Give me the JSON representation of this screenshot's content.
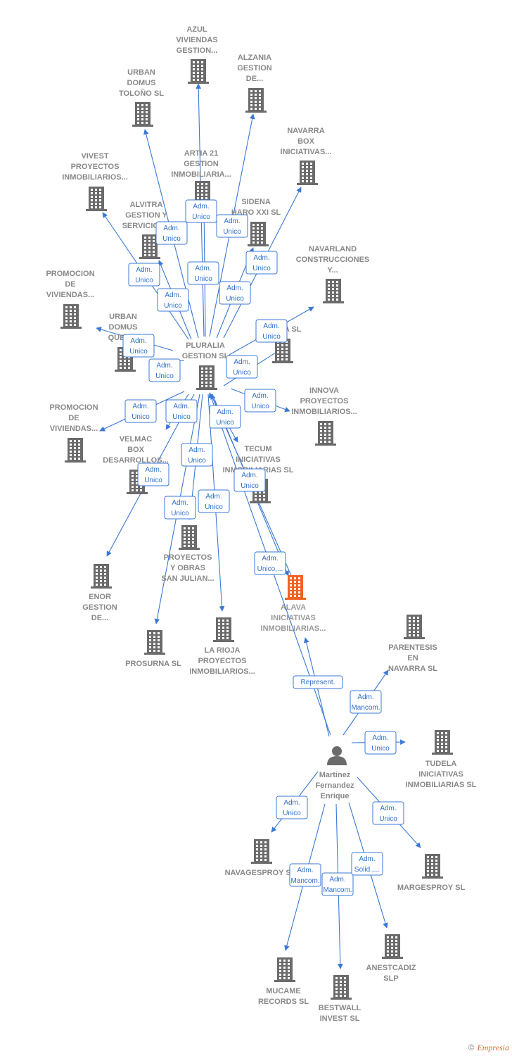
{
  "diagram": {
    "colors": {
      "edge": "#3a78d4",
      "node": "#6b6b6b",
      "focus_node": "#f26322",
      "label": "#888888"
    },
    "nodes": [
      {
        "id": "pluralia",
        "type": "company",
        "icon": "building-icon",
        "label": [
          "PLURALIA",
          "GESTION SL"
        ]
      },
      {
        "id": "alava",
        "type": "company",
        "focus": true,
        "icon": "building-icon",
        "label": [
          "ALAVA",
          "INICIATIVAS",
          "INMOBILIARIAS..."
        ]
      },
      {
        "id": "martinez",
        "type": "person",
        "icon": "person-icon",
        "label": [
          "Martinez",
          "Fernandez",
          "Enrique"
        ]
      },
      {
        "id": "azul",
        "type": "company",
        "icon": "building-icon",
        "label": [
          "AZUL",
          "VIVIENDAS",
          "GESTION..."
        ]
      },
      {
        "id": "alzania",
        "type": "company",
        "icon": "building-icon",
        "label": [
          "ALZANIA",
          "GESTION",
          "DE..."
        ]
      },
      {
        "id": "urban_toloño",
        "type": "company",
        "icon": "building-icon",
        "label": [
          "URBAN",
          "DOMUS",
          "TOLOÑO SL"
        ]
      },
      {
        "id": "navarra_box",
        "type": "company",
        "icon": "building-icon",
        "label": [
          "NAVARRA",
          "BOX",
          "INICIATIVAS..."
        ]
      },
      {
        "id": "artia",
        "type": "company",
        "icon": "building-icon",
        "label": [
          "ARTIA 21",
          "GESTION",
          "INMOBILIARIA..."
        ]
      },
      {
        "id": "vivest",
        "type": "company",
        "icon": "building-icon",
        "label": [
          "VIVEST",
          "PROYECTOS",
          "INMOBILIARIOS..."
        ]
      },
      {
        "id": "alvitra",
        "type": "company",
        "icon": "building-icon",
        "label": [
          "ALVITRA",
          "GESTION Y",
          "SERVICIOS..."
        ]
      },
      {
        "id": "sidena",
        "type": "company",
        "icon": "building-icon",
        "label": [
          "SIDENA",
          "HARO XXI  SL"
        ]
      },
      {
        "id": "navarland",
        "type": "company",
        "icon": "building-icon",
        "label": [
          "NAVARLAND",
          "CONSTRUCCIONES",
          "Y..."
        ]
      },
      {
        "id": "promocion1",
        "type": "company",
        "icon": "building-icon",
        "label": [
          "PROMOCION",
          "DE",
          "VIVIENDAS..."
        ]
      },
      {
        "id": "urban_queil",
        "type": "company",
        "icon": "building-icon",
        "label": [
          "URBAN",
          "DOMUS",
          "QUEIL..."
        ]
      },
      {
        "id": "ambea",
        "type": "company",
        "icon": "building-icon",
        "label": [
          "AMBEA  SL"
        ]
      },
      {
        "id": "innova",
        "type": "company",
        "icon": "building-icon",
        "label": [
          "INNOVA",
          "PROYECTOS",
          "INMOBILIARIOS..."
        ]
      },
      {
        "id": "promocion2",
        "type": "company",
        "icon": "building-icon",
        "label": [
          "PROMOCION",
          "DE",
          "VIVIENDAS..."
        ]
      },
      {
        "id": "velmac",
        "type": "company",
        "icon": "building-icon",
        "label": [
          "VELMAC",
          "BOX",
          "DESARROLLOS..."
        ]
      },
      {
        "id": "tecum",
        "type": "company",
        "icon": "building-icon",
        "label": [
          "TECUM",
          "INICIATIVAS",
          "INMOBILIARIAS SL"
        ]
      },
      {
        "id": "proyectos_obras",
        "type": "company",
        "icon": "building-icon",
        "label": [
          "PROYECTOS",
          "Y OBRAS",
          "SAN JULIAN..."
        ]
      },
      {
        "id": "enor",
        "type": "company",
        "icon": "building-icon",
        "label": [
          "ENOR",
          "GESTION",
          "DE..."
        ]
      },
      {
        "id": "prosurna",
        "type": "company",
        "icon": "building-icon",
        "label": [
          "PROSURNA SL"
        ]
      },
      {
        "id": "la_rioja",
        "type": "company",
        "icon": "building-icon",
        "label": [
          "LA RIOJA",
          "PROYECTOS",
          "INMOBILIARIOS..."
        ]
      },
      {
        "id": "parentesis",
        "type": "company",
        "icon": "building-icon",
        "label": [
          "PARENTESIS",
          "EN",
          "NAVARRA SL"
        ]
      },
      {
        "id": "tudela",
        "type": "company",
        "icon": "building-icon",
        "label": [
          "TUDELA",
          "INICIATIVAS",
          "INMOBILIARIAS SL"
        ]
      },
      {
        "id": "navagesproy",
        "type": "company",
        "icon": "building-icon",
        "label": [
          "NAVAGESPROY SL"
        ]
      },
      {
        "id": "margesproy",
        "type": "company",
        "icon": "building-icon",
        "label": [
          "MARGESPROY SL"
        ]
      },
      {
        "id": "mucame",
        "type": "company",
        "icon": "building-icon",
        "label": [
          "MUCAME",
          "RECORDS SL"
        ]
      },
      {
        "id": "bestwall",
        "type": "company",
        "icon": "building-icon",
        "label": [
          "BESTWALL",
          "INVEST SL"
        ]
      },
      {
        "id": "anestcadiz",
        "type": "company",
        "icon": "building-icon",
        "label": [
          "ANESTCADIZ",
          "SLP"
        ]
      }
    ],
    "edges": [
      {
        "from": "pluralia",
        "to": "azul",
        "label": [
          "Adm.",
          "Unico"
        ]
      },
      {
        "from": "pluralia",
        "to": "alzania",
        "label": [
          "Adm.",
          "Unico"
        ]
      },
      {
        "from": "pluralia",
        "to": "urban_toloño",
        "label": [
          "Adm.",
          "Unico"
        ]
      },
      {
        "from": "pluralia",
        "to": "navarra_box",
        "label": [
          "Adm.",
          "Unico"
        ]
      },
      {
        "from": "pluralia",
        "to": "artia",
        "label": [
          "Adm.",
          "Unico"
        ]
      },
      {
        "from": "pluralia",
        "to": "vivest",
        "label": [
          "Adm.",
          "Unico"
        ]
      },
      {
        "from": "pluralia",
        "to": "alvitra",
        "label": [
          "Adm.",
          "Unico"
        ]
      },
      {
        "from": "pluralia",
        "to": "sidena",
        "label": [
          "Adm.",
          "Unico"
        ]
      },
      {
        "from": "pluralia",
        "to": "navarland",
        "label": [
          "Adm.",
          "Unico"
        ]
      },
      {
        "from": "pluralia",
        "to": "promocion1",
        "label": [
          "Adm.",
          "Unico"
        ]
      },
      {
        "from": "pluralia",
        "to": "urban_queil",
        "label": [
          "Adm.",
          "Unico"
        ]
      },
      {
        "from": "pluralia",
        "to": "ambea",
        "label": [
          "Adm.",
          "Unico"
        ]
      },
      {
        "from": "pluralia",
        "to": "innova",
        "label": [
          "Adm.",
          "Unico"
        ]
      },
      {
        "from": "pluralia",
        "to": "promocion2",
        "label": [
          "Adm.",
          "Unico"
        ]
      },
      {
        "from": "pluralia",
        "to": "velmac",
        "label": [
          "Adm.",
          "Unico"
        ]
      },
      {
        "from": "pluralia",
        "to": "tecum",
        "label": [
          "Adm.",
          "Unico"
        ]
      },
      {
        "from": "pluralia",
        "to": "proyectos_obras",
        "label": [
          "Adm.",
          "Unico"
        ]
      },
      {
        "from": "pluralia",
        "to": "enor",
        "label": [
          "Adm.",
          "Unico"
        ]
      },
      {
        "from": "pluralia",
        "to": "prosurna",
        "label": [
          "Adm.",
          "Unico"
        ]
      },
      {
        "from": "pluralia",
        "to": "la_rioja",
        "label": [
          "Adm.",
          "Unico"
        ]
      },
      {
        "from": "pluralia",
        "to": "alava",
        "label": [
          "Adm.",
          "Unico,..."
        ]
      },
      {
        "from": "alava",
        "to": "pluralia",
        "label": [
          "Adm.",
          "Unico"
        ]
      },
      {
        "from": "martinez",
        "to": "alava",
        "label": [
          "Represent."
        ]
      },
      {
        "from": "martinez",
        "to": "parentesis",
        "label": [
          "Adm.",
          "Mancom."
        ]
      },
      {
        "from": "martinez",
        "to": "tudela",
        "label": [
          "Adm.",
          "Unico"
        ]
      },
      {
        "from": "martinez",
        "to": "navagesproy",
        "label": [
          "Adm.",
          "Unico"
        ]
      },
      {
        "from": "martinez",
        "to": "margesproy",
        "label": [
          "Adm.",
          "Unico"
        ]
      },
      {
        "from": "martinez",
        "to": "mucame",
        "label": [
          "Adm.",
          "Mancom."
        ]
      },
      {
        "from": "martinez",
        "to": "bestwall",
        "label": [
          "Adm.",
          "Mancom."
        ]
      },
      {
        "from": "martinez",
        "to": "anestcadiz",
        "label": [
          "Adm.",
          "Solid.,..."
        ]
      },
      {
        "from": "martinez",
        "to": "pluralia",
        "label": []
      }
    ]
  },
  "footer": {
    "copyright": "©",
    "brand": "Empresia"
  }
}
